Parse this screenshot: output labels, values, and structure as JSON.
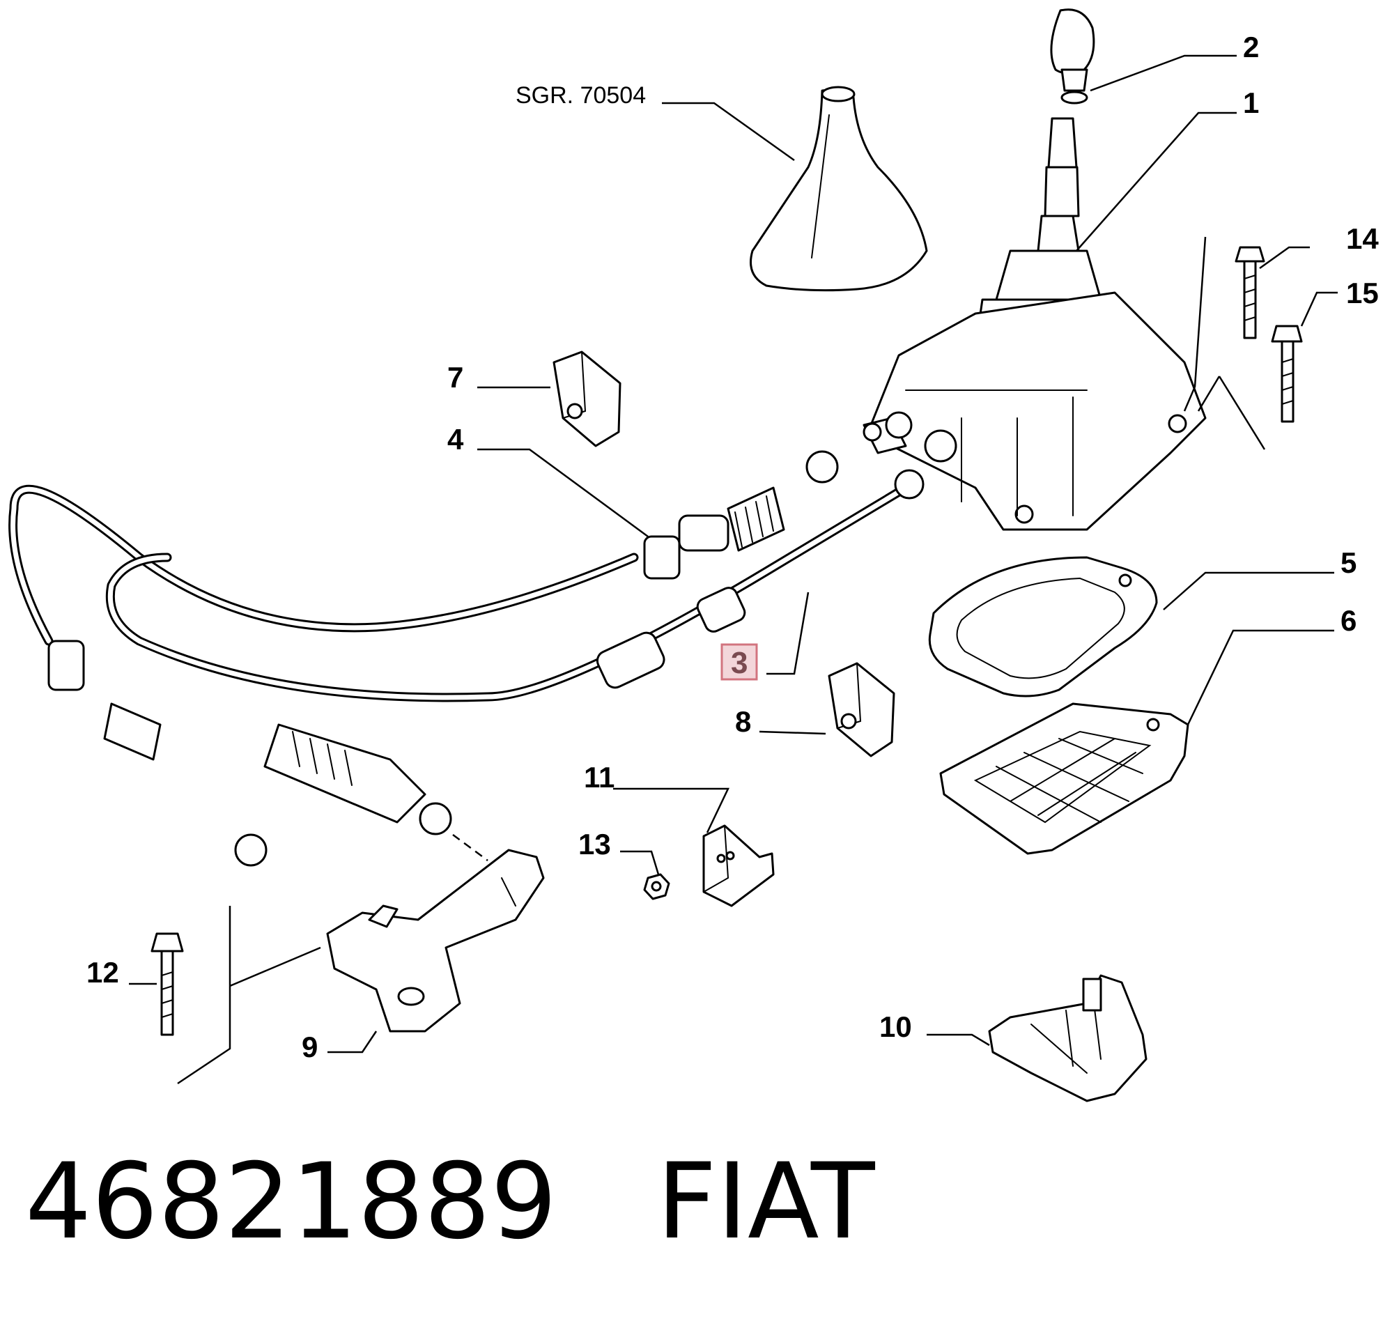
{
  "diagram": {
    "ref_label": "SGR. 70504",
    "part_numbers": [
      "1",
      "2",
      "3",
      "4",
      "5",
      "6",
      "7",
      "8",
      "9",
      "10",
      "11",
      "12",
      "13",
      "14",
      "15"
    ],
    "highlighted_part": "3",
    "highlight_color": "#f3d6da"
  },
  "footer": {
    "text": "46821889   FIAT"
  }
}
